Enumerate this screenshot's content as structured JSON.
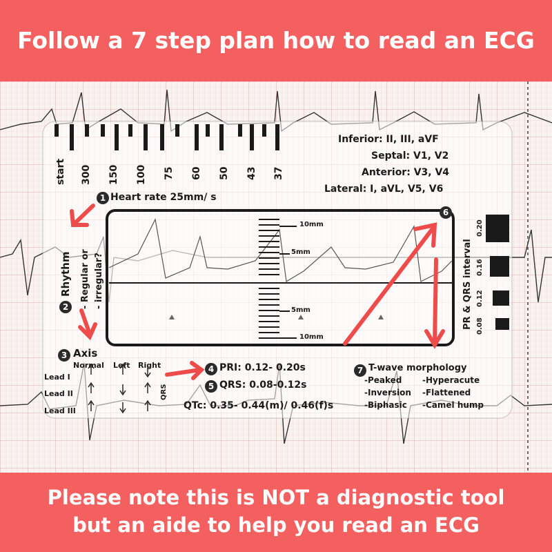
{
  "banner_top": "Follow a 7 step plan how to read an ECG",
  "banner_bottom_line1": "Please note this is NOT a diagnostic tool",
  "banner_bottom_line2": "but an aide to help you read an ECG",
  "rate_labels": [
    "start",
    "300",
    "150",
    "100",
    "75",
    "60",
    "50",
    "43",
    "37"
  ],
  "leads": {
    "inferior": "Inferior: II, III, aVF",
    "septal": "Septal: V1, V2",
    "anterior": "Anterior: V3, V4",
    "lateral": "Lateral: I, aVL, V5, V6"
  },
  "steps": {
    "s1": "Heart rate 25mm/ s",
    "s2_title": "Rhythm",
    "s2_line1": "- Regular or",
    "s2_line2": "- irregular?",
    "s3": "Axis",
    "s4": "PRI: 0.12- 0.20s",
    "s5": "QRS: 0.08-0.12s",
    "s7": "T-wave morphology",
    "n1": "1",
    "n2": "2",
    "n3": "3",
    "n4": "4",
    "n5": "5",
    "n6": "6",
    "n7": "7"
  },
  "axis": {
    "cols": [
      "Normal",
      "Left",
      "Right"
    ],
    "rows": [
      "Lead I",
      "Lead II",
      "Lead III"
    ],
    "qrs": "QRS"
  },
  "qtc": "QTc: 0.35- 0.44(m)/ 0.46(f)s",
  "scale": {
    "top": "10mm",
    "mid_top": "5mm",
    "mid_bot": "5mm",
    "bot": "10mm"
  },
  "interval_label": "PR & QRS interval",
  "interval_values": [
    "0.20",
    "0.16",
    "0.12",
    "0.08"
  ],
  "twave": {
    "peaked": "-Peaked",
    "hyperacute": "-Hyperacute",
    "inversion": "-Inversion",
    "flattened": "-Flattened",
    "biphasic": "-Biphasic",
    "camel": "-Camel hump"
  },
  "colors": {
    "banner": "#f4605f",
    "arrow": "#ee4b4b",
    "grid": "#f0b9b5",
    "ink": "#1a1a1a"
  }
}
